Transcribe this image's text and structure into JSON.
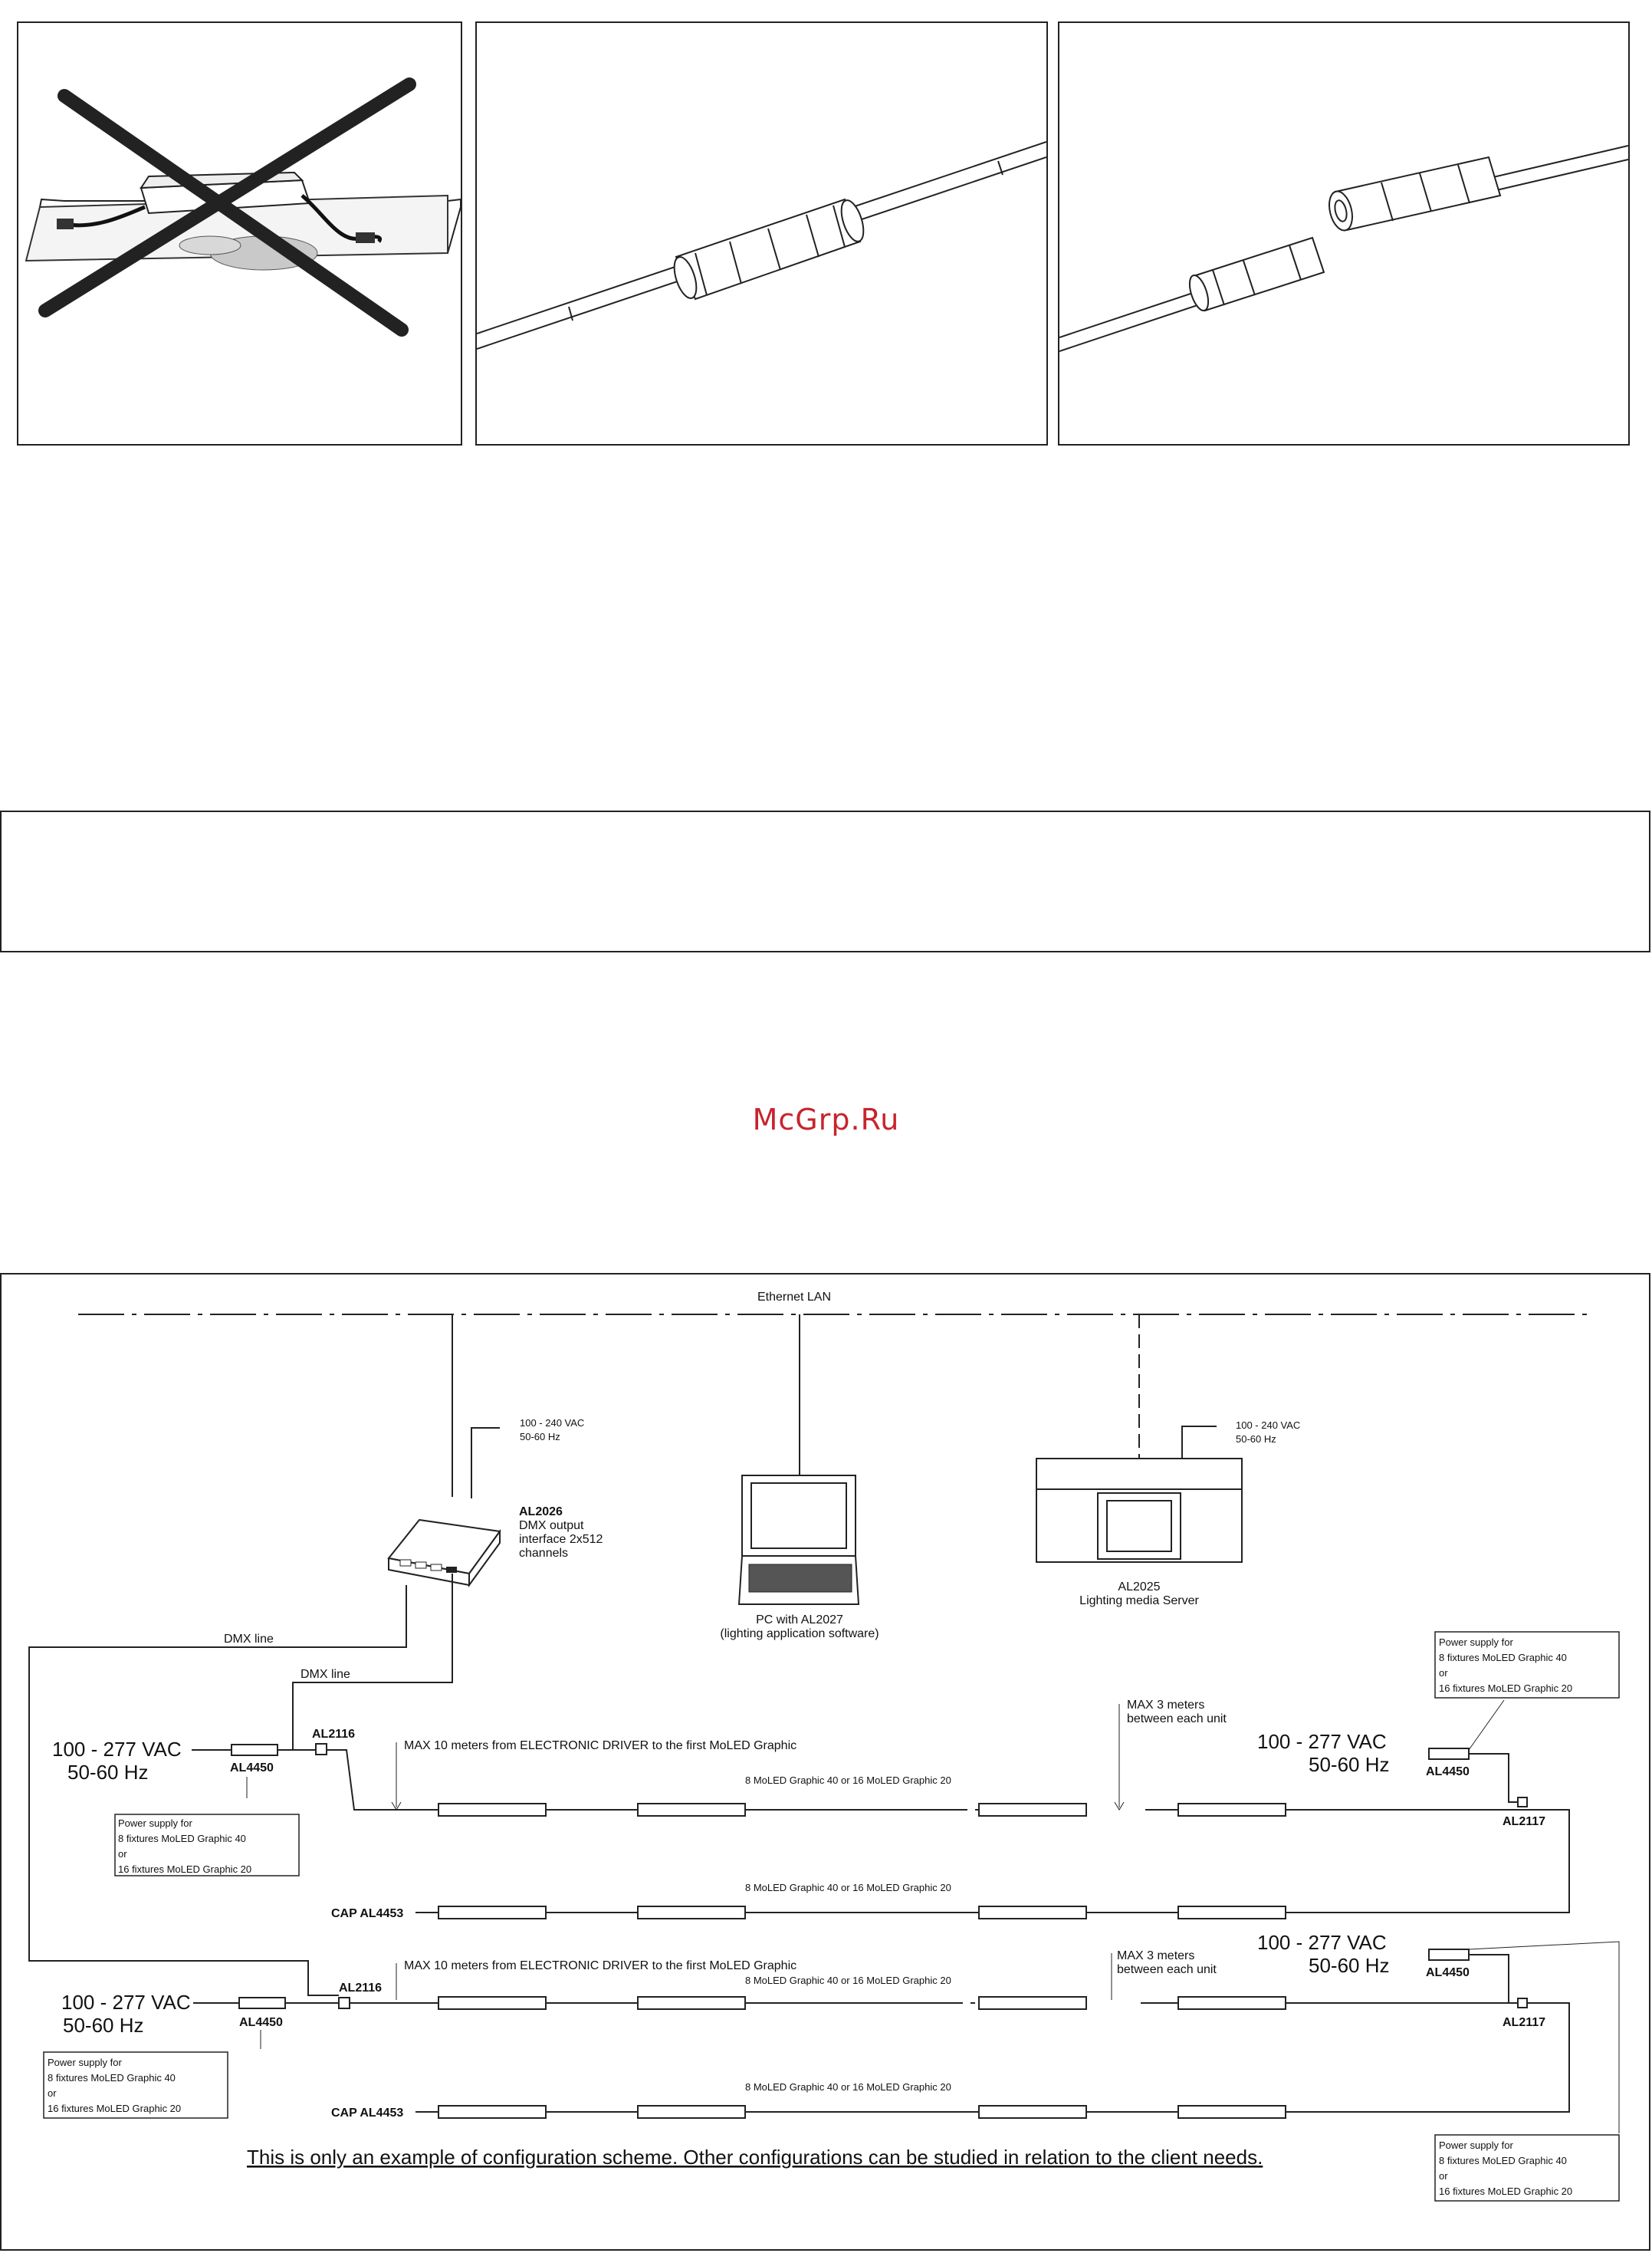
{
  "watermark": "McGrp.Ru",
  "diagram": {
    "ethernet": "Ethernet LAN",
    "ac_240": [
      "100 - 240 VAC",
      "50-60 Hz"
    ],
    "dmx_interface": {
      "code": "AL2026",
      "desc": [
        "DMX output",
        "interface 2x512",
        "channels"
      ]
    },
    "pc": [
      "PC with AL2027",
      "(lighting application software)"
    ],
    "server": [
      "AL2025",
      "Lighting media Server"
    ],
    "dmx_line": "DMX line",
    "driver": "AL2116",
    "psu": "AL4450",
    "end_unit": "AL2117",
    "cap": "CAP AL4453",
    "mains": [
      "100 - 277 VAC",
      "50-60 Hz"
    ],
    "max10": "MAX 10 meters from ELECTRONIC DRIVER to the first MoLED Graphic",
    "max3": [
      "MAX 3 meters",
      "between each unit"
    ],
    "row_label": "8 MoLED Graphic 40 or 16 MoLED Graphic 20",
    "power_note": [
      "Power supply for",
      "8 fixtures MoLED Graphic 40",
      "or",
      "16 fixtures MoLED Graphic 20"
    ],
    "footer": "This is only an example of configuration scheme. Other configurations can be studied in relation to the client needs."
  }
}
